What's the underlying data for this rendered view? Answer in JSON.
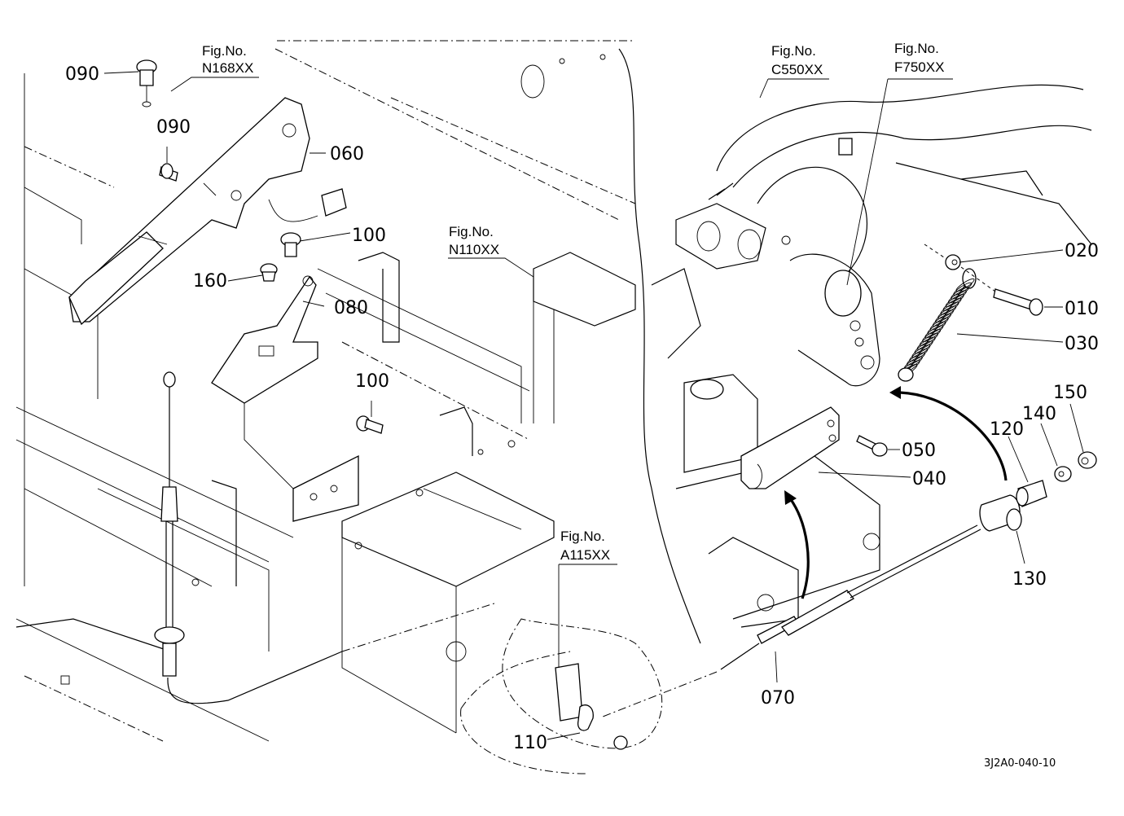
{
  "diagram": {
    "drawing_code": "3J2A0-040-10",
    "figure_refs": [
      {
        "label": "Fig.No.",
        "code": "N168XX"
      },
      {
        "label": "Fig.No.",
        "code": "C550XX"
      },
      {
        "label": "Fig.No.",
        "code": "F750XX"
      },
      {
        "label": "Fig.No.",
        "code": "N110XX"
      },
      {
        "label": "Fig.No.",
        "code": "A115XX"
      }
    ],
    "callouts": [
      {
        "ref": "090"
      },
      {
        "ref": "090"
      },
      {
        "ref": "060"
      },
      {
        "ref": "100"
      },
      {
        "ref": "160"
      },
      {
        "ref": "080"
      },
      {
        "ref": "100"
      },
      {
        "ref": "020"
      },
      {
        "ref": "010"
      },
      {
        "ref": "030"
      },
      {
        "ref": "050"
      },
      {
        "ref": "040"
      },
      {
        "ref": "120"
      },
      {
        "ref": "140"
      },
      {
        "ref": "150"
      },
      {
        "ref": "130"
      },
      {
        "ref": "070"
      },
      {
        "ref": "110"
      }
    ]
  }
}
